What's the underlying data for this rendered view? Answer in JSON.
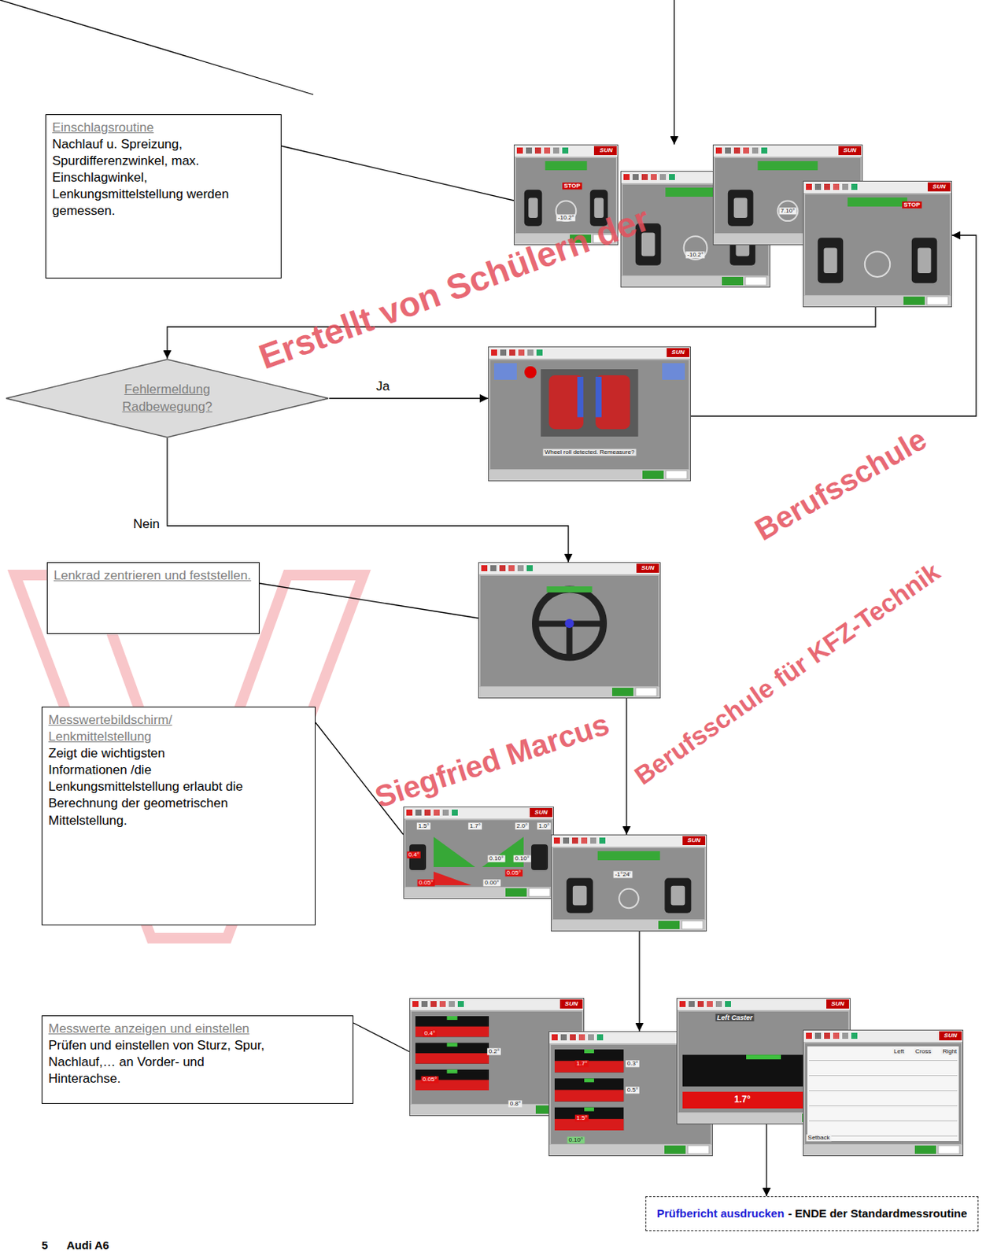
{
  "diagram": {
    "nodes": [
      {
        "text": [
          "Einschlagsroutine",
          "Nachlauf u. Spreizung, Spurdifferenzwinkel, max. Einschlagwinkel, Lenkungsmittelstellung werden gemessen."
        ]
      },
      {
        "text": [
          "SUN",
          "STOP",
          "-10.2°",
          "-10.2°",
          "SUN",
          "7.10°",
          "SUN",
          "STOP"
        ]
      },
      {
        "text": [
          "Fehlermeldung Radbewegung?"
        ]
      },
      {
        "text": [
          "SUN",
          "Wheel roll detected. Remeasure?"
        ]
      },
      {
        "text": [
          "Lenkrad zentrieren und feststellen."
        ]
      },
      {
        "text": [
          "SUN"
        ]
      },
      {
        "text": [
          "Messwertebildschirm/ Lenkmittelstellung",
          "Zeigt die wichtigsten Informationen /die Lenkungsmittelstellung erlaubt die Berechnung der geometrischen Mittelstellung."
        ]
      },
      {
        "text": [
          "SUN",
          "1.5°",
          "1.7°",
          "2.0°",
          "1.0°",
          "0.4°",
          "0.10°",
          "0.10°",
          "0.05°",
          "0.05°",
          "0.00°",
          "SUN",
          "-1°24'"
        ]
      },
      {
        "text": [
          "Messwerte anzeigen und einstellen",
          "Prüfen und einstellen von Sturz, Spur, Nachlauf,… an Vorder- und Hinterachse."
        ]
      },
      {
        "text": [
          "SUN",
          "0.4°",
          "0.2°",
          "0.05°",
          "0.8°",
          "1.7°",
          "1.5°",
          "0.3°",
          "0.5°",
          "0.10°",
          "SUN",
          "Left Caster",
          "1.7°",
          "SUN",
          "Left",
          "Cross",
          "Right",
          "Setback"
        ]
      },
      {
        "text": [
          "Prüfbericht ausdrucken",
          "- ENDE der Standardmessroutine"
        ]
      }
    ],
    "edges": [
      {
        "from": 0,
        "to": 1,
        "arrow": "none"
      },
      {
        "from": 1,
        "to": 2,
        "arrow": "to"
      },
      {
        "from": 2,
        "to": 3,
        "label": "Ja",
        "arrow": "to"
      },
      {
        "from": 3,
        "to": 1,
        "arrow": "to"
      },
      {
        "from": 2,
        "to": 5,
        "label": "Nein",
        "arrow": "to"
      },
      {
        "from": 4,
        "to": 5,
        "arrow": "none"
      },
      {
        "from": 5,
        "to": 7,
        "arrow": "to"
      },
      {
        "from": 6,
        "to": 7,
        "arrow": "none"
      },
      {
        "from": 7,
        "to": 9,
        "arrow": "to"
      },
      {
        "from": 8,
        "to": 9,
        "arrow": "none"
      },
      {
        "from": 9,
        "to": 10,
        "arrow": "to"
      }
    ],
    "labels": [
      "5",
      "Audi A6",
      "Erstellt von Schülern der",
      "Berufsschule für KFZ-Technik",
      "Berufsschule",
      "Siegfried Marcus"
    ]
  }
}
